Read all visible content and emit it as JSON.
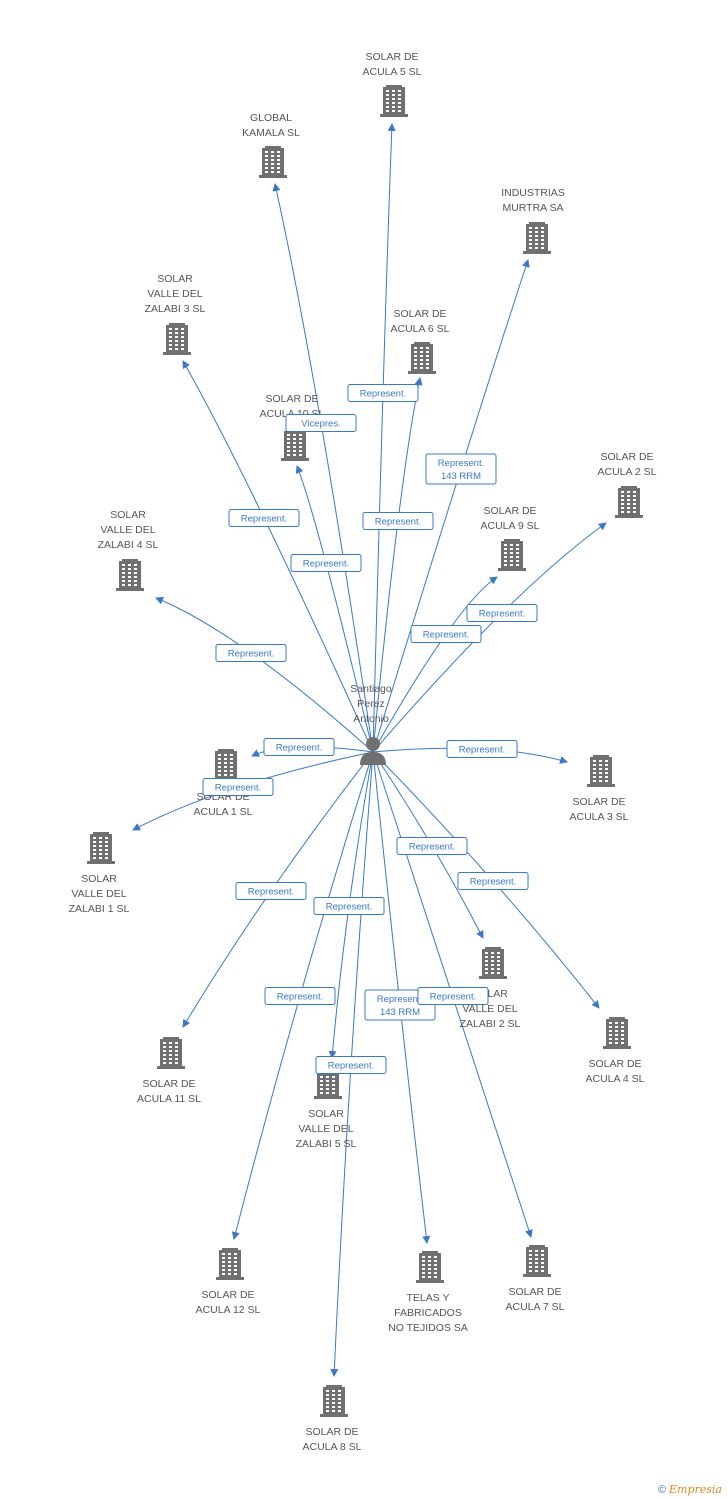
{
  "center": {
    "name": [
      "Santiago",
      "Perez",
      "Antonio"
    ]
  },
  "nodes": [
    {
      "id": "solar5",
      "label": [
        "SOLAR DE",
        "ACULA 5 SL"
      ]
    },
    {
      "id": "global",
      "label": [
        "GLOBAL",
        "KAMALA SL"
      ]
    },
    {
      "id": "industrias",
      "label": [
        "INDUSTRIAS",
        "MURTRA SA"
      ]
    },
    {
      "id": "valle3",
      "label": [
        "SOLAR",
        "VALLE DEL",
        "ZALABI 3 SL"
      ]
    },
    {
      "id": "solar6",
      "label": [
        "SOLAR DE",
        "ACULA 6 SL"
      ]
    },
    {
      "id": "solar10",
      "label": [
        "SOLAR DE",
        "ACULA 10 SL"
      ]
    },
    {
      "id": "solar2",
      "label": [
        "SOLAR DE",
        "ACULA 2 SL"
      ]
    },
    {
      "id": "solar9",
      "label": [
        "SOLAR DE",
        "ACULA 9 SL"
      ]
    },
    {
      "id": "valle4",
      "label": [
        "SOLAR",
        "VALLE DEL",
        "ZALABI 4 SL"
      ]
    },
    {
      "id": "solar1",
      "label": [
        "SOLAR DE",
        "ACULA 1 SL"
      ]
    },
    {
      "id": "solar3",
      "label": [
        "SOLAR DE",
        "ACULA 3 SL"
      ]
    },
    {
      "id": "valle1",
      "label": [
        "SOLAR",
        "VALLE DEL",
        "ZALABI 1 SL"
      ]
    },
    {
      "id": "valle2",
      "label": [
        "SOLAR",
        "VALLE DEL",
        "ZALABI 2 SL"
      ]
    },
    {
      "id": "solar4",
      "label": [
        "SOLAR DE",
        "ACULA 4 SL"
      ]
    },
    {
      "id": "solar11",
      "label": [
        "SOLAR DE",
        "ACULA 11 SL"
      ]
    },
    {
      "id": "valle5",
      "label": [
        "SOLAR",
        "VALLE DEL",
        "ZALABI 5 SL"
      ]
    },
    {
      "id": "solar12",
      "label": [
        "SOLAR DE",
        "ACULA 12 SL"
      ]
    },
    {
      "id": "telas",
      "label": [
        "TELAS Y",
        "FABRICADOS",
        "NO TEJIDOS SA"
      ]
    },
    {
      "id": "solar7",
      "label": [
        "SOLAR DE",
        "ACULA 7 SL"
      ]
    },
    {
      "id": "solar8",
      "label": [
        "SOLAR DE",
        "ACULA 8 SL"
      ]
    }
  ],
  "edges": [
    {
      "to": "solar5",
      "label": [
        "Represent."
      ]
    },
    {
      "to": "global",
      "label": [
        "Vicepres."
      ]
    },
    {
      "to": "industrias",
      "label": [
        "Represent.",
        "143 RRM"
      ]
    },
    {
      "to": "valle3",
      "label": [
        "Represent."
      ]
    },
    {
      "to": "solar6",
      "label": [
        "Represent."
      ]
    },
    {
      "to": "solar10",
      "label": [
        "Represent."
      ]
    },
    {
      "to": "solar2",
      "label": [
        "Represent."
      ]
    },
    {
      "to": "solar9",
      "label": [
        "Represent."
      ]
    },
    {
      "to": "valle4",
      "label": [
        "Represent."
      ]
    },
    {
      "to": "solar1",
      "label": [
        "Represent."
      ]
    },
    {
      "to": "valle1",
      "label": [
        "Represent."
      ]
    },
    {
      "to": "solar3",
      "label": [
        "Represent."
      ]
    },
    {
      "to": "valle2",
      "label": [
        "Represent."
      ]
    },
    {
      "to": "solar4",
      "label": [
        "Represent."
      ]
    },
    {
      "to": "solar11",
      "label": [
        "Represent."
      ]
    },
    {
      "to": "valle5",
      "label": [
        "Represent."
      ]
    },
    {
      "to": "solar12",
      "label": [
        "Represent."
      ]
    },
    {
      "to": "telas",
      "label": [
        "Represent.",
        "143 RRM"
      ]
    },
    {
      "to": "solar7",
      "label": [
        "Represent."
      ]
    },
    {
      "to": "solar8",
      "label": [
        "Represent."
      ]
    }
  ],
  "footer": {
    "copyright": "©",
    "brand": "Empresia"
  },
  "colors": {
    "edge": "#3a78c7",
    "icon": "#707070",
    "text": "#555555"
  }
}
